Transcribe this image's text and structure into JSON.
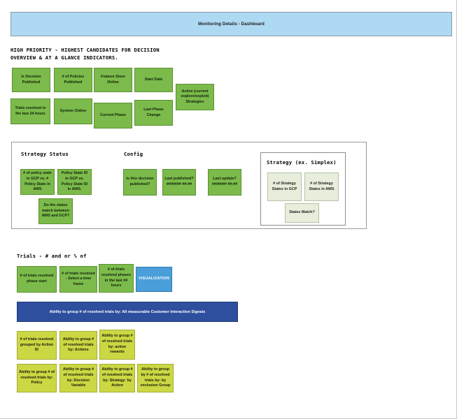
{
  "banner": {
    "title": "Monitoring Details - Dashboard"
  },
  "sections": {
    "high_priority_heading_line1": "HIGH PRIORITY - HIGHEST CANDIDATES FOR DECISION",
    "high_priority_heading_line2": "OVERVIEW & AT A GLANCE INDICATORS.",
    "strategy_status_heading": "Strategy Status",
    "config_heading": "Config",
    "strategy_simplex_heading": "Strategy (ex. Simplex)",
    "trials_heading": "Trials - # and or % of"
  },
  "indicators": {
    "row1": [
      {
        "label": "Is Decision Published"
      },
      {
        "label": "# of Policies Published"
      },
      {
        "label": "Feature Store Online"
      },
      {
        "label": "Start Date"
      }
    ],
    "row2": [
      {
        "label": "Trials resolved in the last 24 hours"
      },
      {
        "label": "System Online"
      },
      {
        "label": "Current Phase"
      },
      {
        "label": "Last Phase Change"
      }
    ],
    "active_strategies": {
      "label": "Active (current explore/exploit) Strategies"
    }
  },
  "strategy_status": {
    "cards": [
      {
        "label": "# of policy state in GCP vs. # Policy State in AWS"
      },
      {
        "label": "Policy State ID in GCP vs. Policy State ID in AWS."
      },
      {
        "label": "Do the states match between AWS and GCP?"
      }
    ]
  },
  "config": {
    "cards": [
      {
        "label": "Is this decision published?"
      },
      {
        "label": "Last published? ##/##/## ##:##"
      },
      {
        "label": "Last update? ##/##/## ##:##"
      }
    ]
  },
  "strategy_simplex": {
    "cards": [
      {
        "label": "# of Strategy States in GCP"
      },
      {
        "label": "# of Strategy States in AWS"
      },
      {
        "label": "States Match?"
      }
    ]
  },
  "trials": {
    "row1": [
      {
        "label": "# of trials resolved phase start",
        "style": "green"
      },
      {
        "label": "# of trials resolved - Select a time frame",
        "style": "green"
      },
      {
        "label": "# of trials resolved phases in the last ## hours",
        "style": "green"
      },
      {
        "label": "VISUALIZATION",
        "style": "blue"
      }
    ],
    "group_bar": {
      "label": "Ability to group # of resolved trials by: All measurable Customer Interaction Signals"
    },
    "row2": [
      {
        "label": "# of trials resolved  grouped by Action ID"
      },
      {
        "label": "Ability to group # of resolved trials by:  Actions"
      },
      {
        "label": "Ability to group # of resolved trials by: action rewards"
      }
    ],
    "row3": [
      {
        "label": "Ability to group # of resolved trials by: Policy"
      },
      {
        "label": "Ability to group # of resolved trials by: Decision Variable"
      },
      {
        "label": "Ability to group # of resolved trials by: Strategy: by Action"
      },
      {
        "label": "Ability to group by # of resolved trials by: by exclusion Group"
      }
    ]
  },
  "colors": {
    "banner_blue": "#aed9f2",
    "indicator_green": "#7cbb4b",
    "cream": "#e8eedc",
    "visualization_blue": "#4a9ed9",
    "group_bar_navy": "#2e4f9e",
    "group_card_yellow": "#cbd843"
  }
}
